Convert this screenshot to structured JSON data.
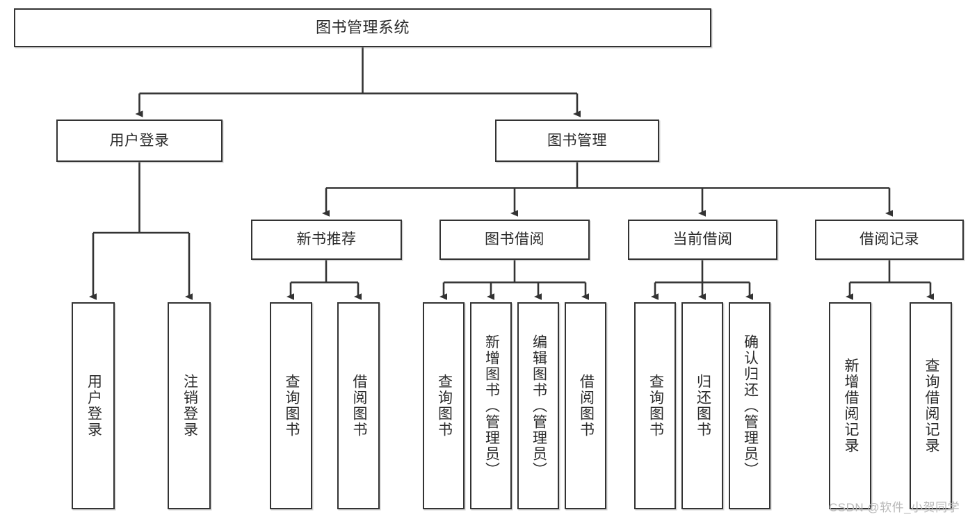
{
  "diagram": {
    "title": "图书管理系统",
    "watermark": "CSDN @软件_小贺同学",
    "colors": {
      "stroke": "#333333",
      "node_fill": "#ffffff",
      "text": "#2b2b2b",
      "background": "#ffffff",
      "watermark": "#b9b9b9"
    },
    "levels": {
      "root": "图书管理系统",
      "level2": [
        "用户登录",
        "图书管理"
      ],
      "level3": [
        "新书推荐",
        "图书借阅",
        "当前借阅",
        "借阅记录"
      ]
    },
    "nodes": {
      "root": {
        "label": "图书管理系统"
      },
      "user_login": {
        "label": "用户登录"
      },
      "book_manage": {
        "label": "图书管理"
      },
      "new_book_rec": {
        "label": "新书推荐"
      },
      "book_borrow": {
        "label": "图书借阅"
      },
      "current_borrow": {
        "label": "当前借阅"
      },
      "borrow_record": {
        "label": "借阅记录"
      },
      "leaf_user_login": {
        "label": "用户登录"
      },
      "leaf_logout": {
        "label": "注销登录"
      },
      "leaf_query_book_1": {
        "label": "查询图书"
      },
      "leaf_borrow_book_1": {
        "label": "借阅图书"
      },
      "leaf_query_book_2": {
        "label": "查询图书"
      },
      "leaf_add_book": {
        "label": "新增图书（管理员）"
      },
      "leaf_edit_book": {
        "label": "编辑图书（管理员）"
      },
      "leaf_borrow_book_2": {
        "label": "借阅图书"
      },
      "leaf_query_book_3": {
        "label": "查询图书"
      },
      "leaf_return_book": {
        "label": "归还图书"
      },
      "leaf_confirm_return": {
        "label": "确认归还（管理员）"
      },
      "leaf_add_record": {
        "label": "新增借阅记录"
      },
      "leaf_query_record": {
        "label": "查询借阅记录"
      }
    }
  }
}
